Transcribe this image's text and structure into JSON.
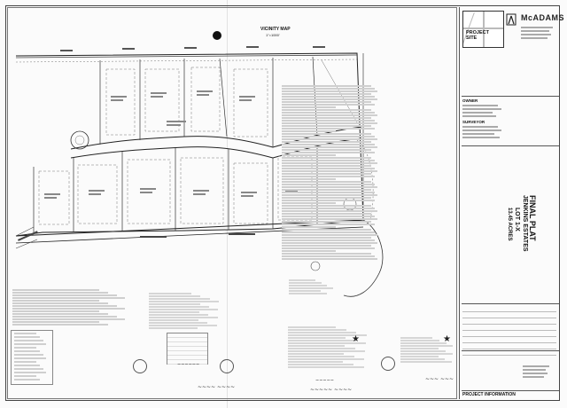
{
  "vicinity": {
    "title": "VICINITY MAP",
    "scale": "1\"=1000'",
    "project_site": "PROJECT\nSITE"
  },
  "firm": {
    "name": "McADAMS"
  },
  "sections": {
    "owner": "OWNER",
    "surveyor": "SURVEYOR"
  },
  "plat": {
    "title": "FINAL PLAT",
    "subtitle": "JENKINS ESTATES",
    "lot": "LOT 1-X",
    "acreage": "13.45 ACRES"
  },
  "project_info": {
    "header": "PROJECT INFORMATION"
  },
  "colors": {
    "ink": "#1a1a1a",
    "line": "#555555",
    "paper": "#fbfbfb"
  }
}
